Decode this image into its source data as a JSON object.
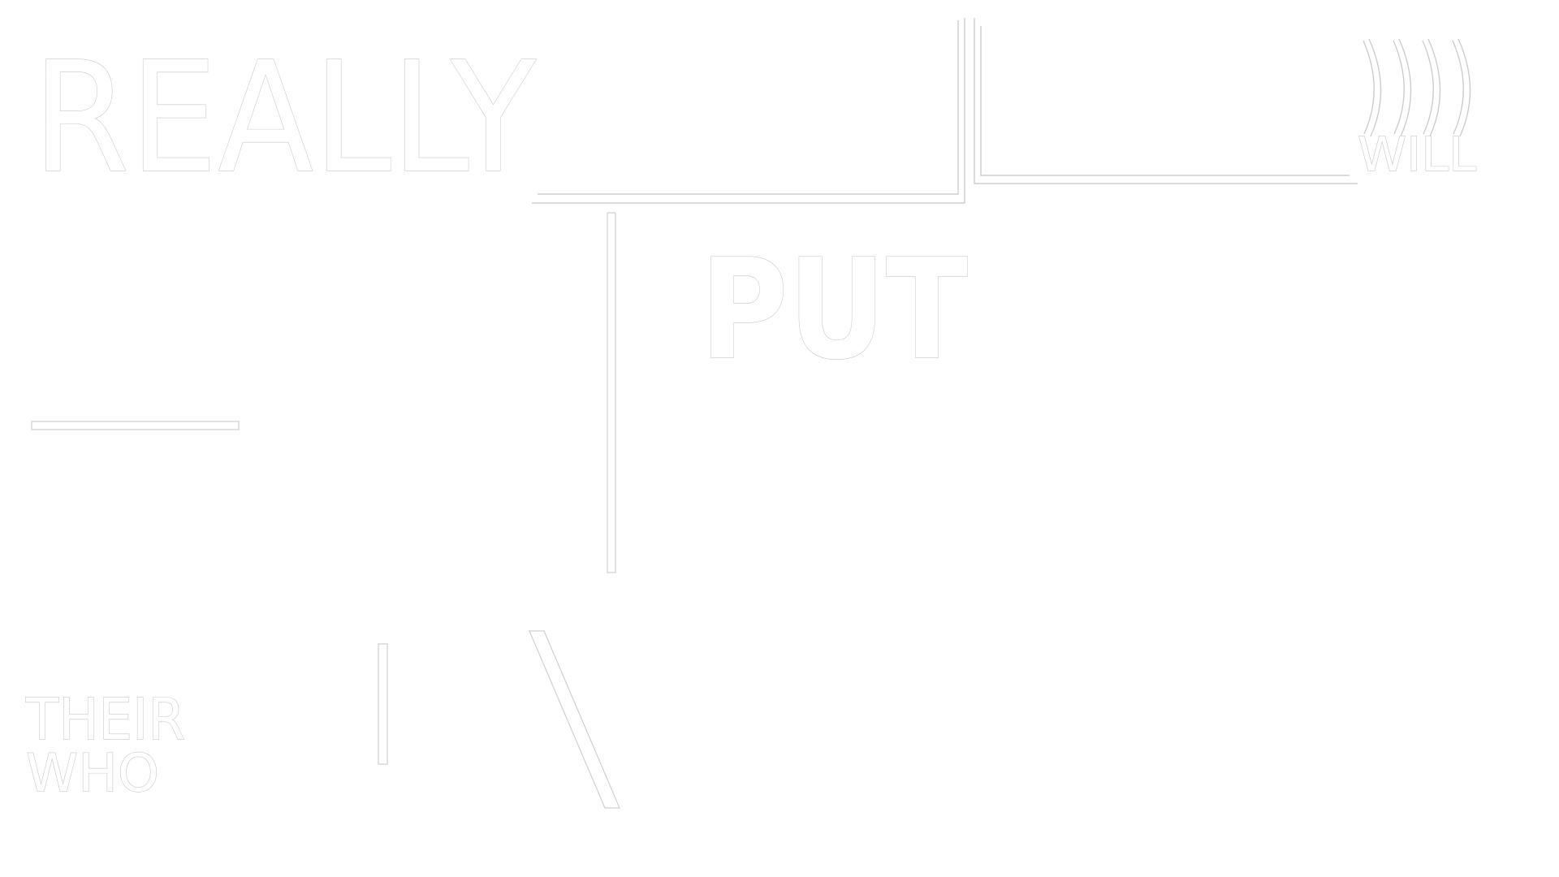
{
  "words": {
    "really": "REALLY",
    "will": "WILL",
    "put": "PUT",
    "their": "THEIR",
    "who": "WHO"
  },
  "colors": {
    "background": "#ffffff",
    "outline": "#c8c8c8"
  }
}
